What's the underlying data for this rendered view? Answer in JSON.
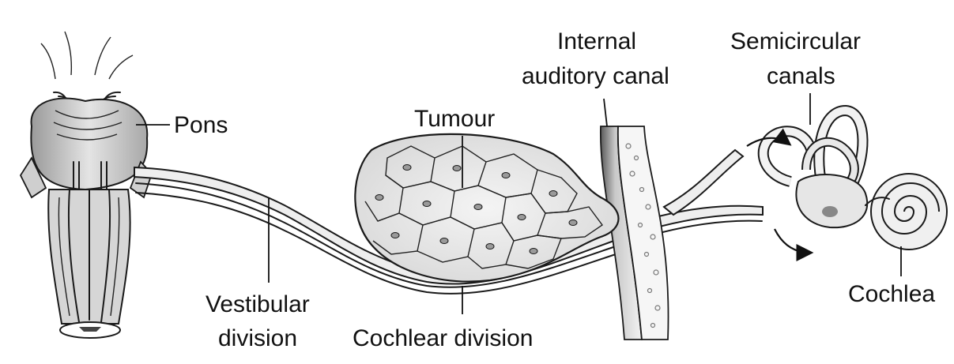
{
  "labels": {
    "pons": "Pons",
    "tumour": "Tumour",
    "internal_canal_line1": "Internal",
    "internal_canal_line2": "auditory canal",
    "semicircular_line1": "Semicircular",
    "semicircular_line2": "canals",
    "vestibular_line1": "Vestibular",
    "vestibular_line2": "division",
    "cochlear_division": "Cochlear division",
    "cochlea": "Cochlea"
  }
}
